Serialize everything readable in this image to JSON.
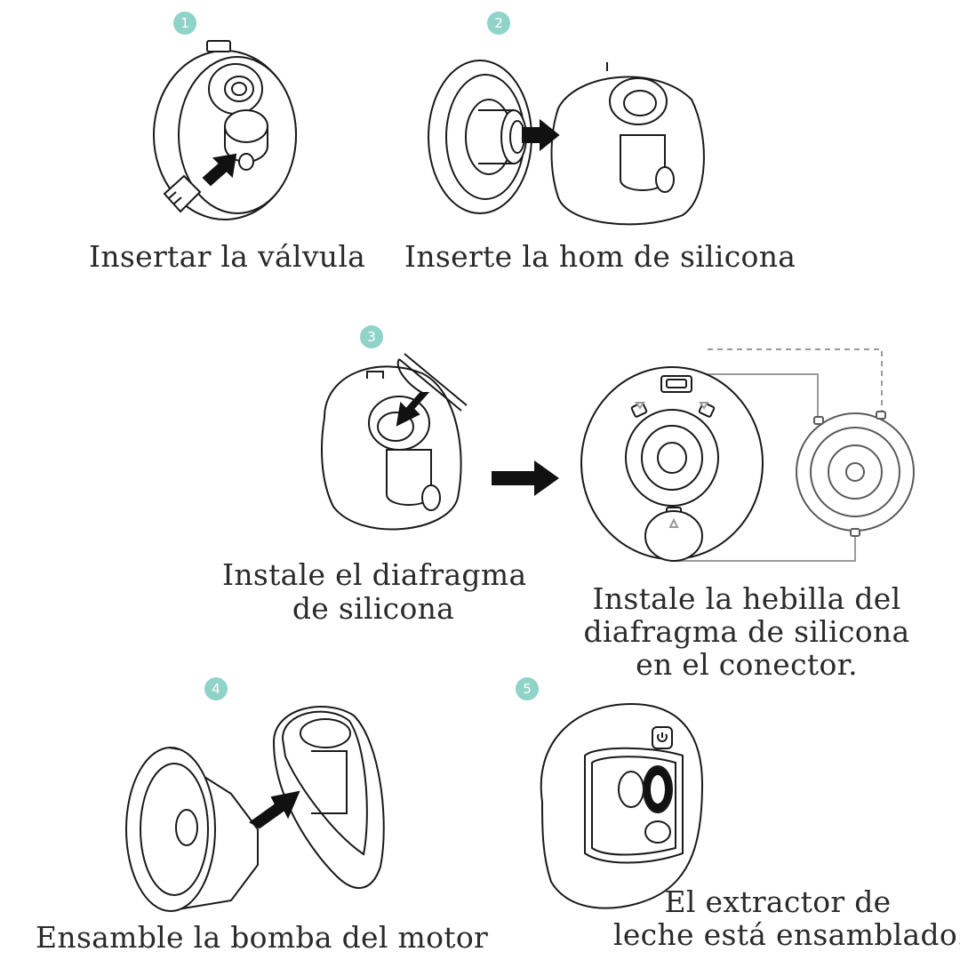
{
  "steps": [
    {
      "number": "1",
      "caption": "Insertar la válvula"
    },
    {
      "number": "2",
      "caption": "Inserte la hom de silicona"
    },
    {
      "number": "3",
      "caption_line1": "Instale el diafragma",
      "caption_line2": "de silicona"
    },
    {
      "caption_line1": "Instale la hebilla del",
      "caption_line2": "diafragma de silicona",
      "caption_line3": "en el conector."
    },
    {
      "number": "4",
      "caption": "Ensamble la bomba del motor"
    },
    {
      "number": "5",
      "caption_line1": "El extractor de",
      "caption_line2": "leche está ensamblado."
    }
  ],
  "colors": {
    "badge": "#8fd3c9",
    "line": "#1a1a1a",
    "arrow": "#111111",
    "guide": "#9a9a9a"
  },
  "icons": [
    "step-number-badge",
    "arrow-right-icon",
    "power-button-icon"
  ]
}
